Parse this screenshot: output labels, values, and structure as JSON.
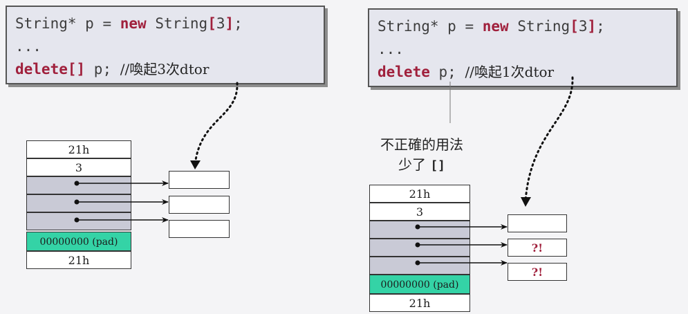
{
  "left": {
    "code": {
      "line1": {
        "type": "String*",
        "var": " p = ",
        "kw": "new",
        "cls": " String",
        "open": "[",
        "num": "3",
        "close": "]",
        "end": ";"
      },
      "line2": "...",
      "line3": {
        "kw": "delete[]",
        "rest": " p; ",
        "comment": "//喚起3次dtor"
      }
    },
    "memory": [
      "21h",
      "3",
      "",
      "",
      "",
      "00000000 (pad)",
      "21h"
    ],
    "objects": [
      "",
      "",
      ""
    ]
  },
  "right": {
    "code": {
      "line1": {
        "type": "String*",
        "var": " p = ",
        "kw": "new",
        "cls": " String",
        "open": "[",
        "num": "3",
        "close": "]",
        "end": ";"
      },
      "line2": "...",
      "line3": {
        "kw": "delete",
        "rest": " p; ",
        "comment": "//喚起1次dtor"
      }
    },
    "note": {
      "line1": "不正確的用法",
      "line2_text": "少了 ",
      "line2_code": "[]"
    },
    "memory": [
      "21h",
      "3",
      "",
      "",
      "",
      "00000000 (pad)",
      "21h"
    ],
    "objects": [
      "",
      "?!",
      "?!"
    ]
  },
  "colors": {
    "keyword": "#a0203c",
    "pad": "#34d3a6",
    "pointer_cell": "#c9cad6",
    "code_bg": "#e5e6ee"
  }
}
